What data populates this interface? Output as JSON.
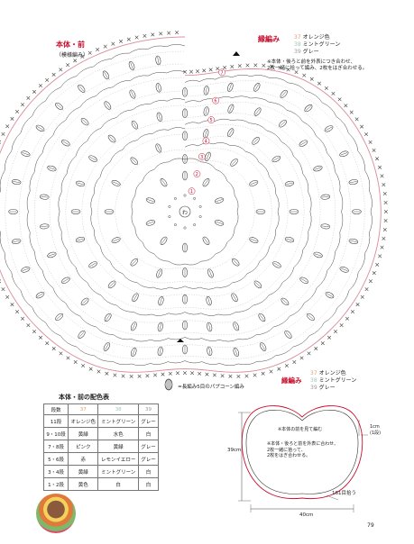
{
  "diagram": {
    "title": "本体・前",
    "subtitle": "（模様編み）",
    "round_markers": [
      "1",
      "2",
      "3",
      "4",
      "5",
      "6",
      "7"
    ],
    "center_label": "わ"
  },
  "edging_legend": {
    "title": "縁編み",
    "colors": [
      {
        "num": "37",
        "name": "オレンジ色",
        "hex": "#e0a070"
      },
      {
        "num": "38",
        "name": "ミントグリーン",
        "hex": "#9fc9b0"
      },
      {
        "num": "39",
        "name": "グレー",
        "hex": "#9a9a9a"
      }
    ],
    "notes": [
      "※本体・後ろと前を外表につき合わせ、",
      "2枚一緒に拾って編み、2枚をはぎ合わせる。"
    ]
  },
  "popcorn_legend": "=長編み5目のパプコーン編み",
  "color_table": {
    "title": "本体・前の配色表",
    "headers": [
      "段数",
      "37",
      "38",
      "39"
    ],
    "rows": [
      [
        "11段",
        "オレンジ色",
        "ミントグリーン",
        "グレー"
      ],
      [
        "9・10段",
        "黄緑",
        "水色",
        "白"
      ],
      [
        "7・8段",
        "ピンク",
        "黄緑",
        "グレー"
      ],
      [
        "5・6段",
        "赤",
        "レモンイエロー",
        "グレー"
      ],
      [
        "3・4段",
        "黄緑",
        "ミントグリーン",
        "白"
      ],
      [
        "1・2段",
        "黄色",
        "白",
        "白"
      ]
    ]
  },
  "assembly": {
    "edging_title": "縁編み",
    "colors": [
      {
        "num": "37",
        "name": "オレンジ色"
      },
      {
        "num": "38",
        "name": "ミントグリーン"
      },
      {
        "num": "39",
        "name": "グレー"
      }
    ],
    "inner_note": [
      "※本体の前を見て編む"
    ],
    "inner_note2": [
      "※本体・後ろと前を外表に合わせ、",
      "2枚一緒に拾って、",
      "2枚をはぎ合わせる。"
    ],
    "width_label": "40cm",
    "height_label": "39cm",
    "side_label": "1cm",
    "side_label2": "(1段)",
    "bottom_label": "161目拾う"
  },
  "page_number": "79"
}
